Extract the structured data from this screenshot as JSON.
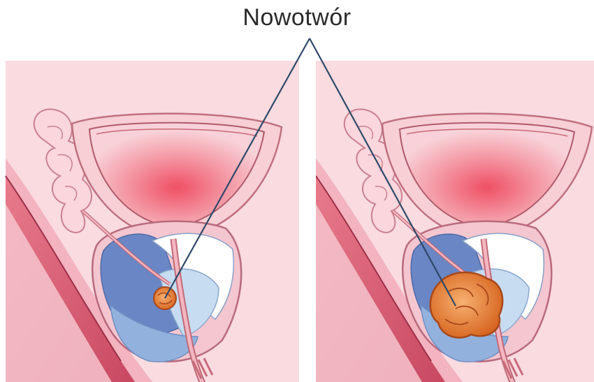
{
  "annotation": {
    "label": "Nowotwór"
  },
  "colors": {
    "background_panel": "#f9dbe0",
    "bladder_fill": "#f2b8c0",
    "bladder_core": "#f0606e",
    "prostate_dark": "#6a86c4",
    "prostate_light": "#c7dcf0",
    "prostate_white": "#ffffff",
    "tumor": "#e07830",
    "rectum": "#d95c72",
    "pointer_line": "#2f4868"
  },
  "panels": [
    {
      "stage": "early",
      "tumor_size": "small"
    },
    {
      "stage": "advanced",
      "tumor_size": "large"
    }
  ]
}
